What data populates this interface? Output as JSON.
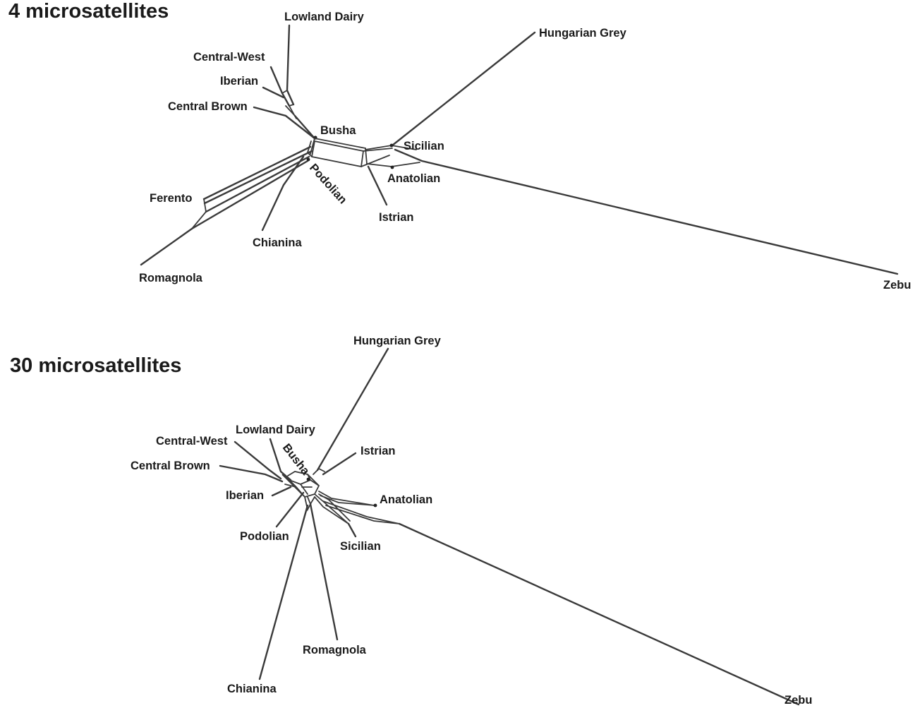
{
  "panels": {
    "top": {
      "title": "4 microsatellites",
      "taxa": {
        "lowland_dairy": "Lowland Dairy",
        "central_west": "Central-West",
        "iberian": "Iberian",
        "central_brown": "Central Brown",
        "busha": "Busha",
        "podolian": "Podolian",
        "ferento": "Ferento",
        "chianina": "Chianina",
        "romagnola": "Romagnola",
        "hungarian_grey": "Hungarian Grey",
        "sicilian": "Sicilian",
        "anatolian": "Anatolian",
        "istrian": "Istrian",
        "zebu": "Zebu"
      }
    },
    "bottom": {
      "title": "30 microsatellites",
      "taxa": {
        "hungarian_grey": "Hungarian Grey",
        "lowland_dairy": "Lowland Dairy",
        "central_west": "Central-West",
        "busha": "Busha",
        "istrian": "Istrian",
        "central_brown": "Central Brown",
        "iberian": "Iberian",
        "anatolian": "Anatolian",
        "podolian": "Podolian",
        "sicilian": "Sicilian",
        "romagnola": "Romagnola",
        "chianina": "Chianina",
        "zebu": "Zebu"
      }
    }
  }
}
